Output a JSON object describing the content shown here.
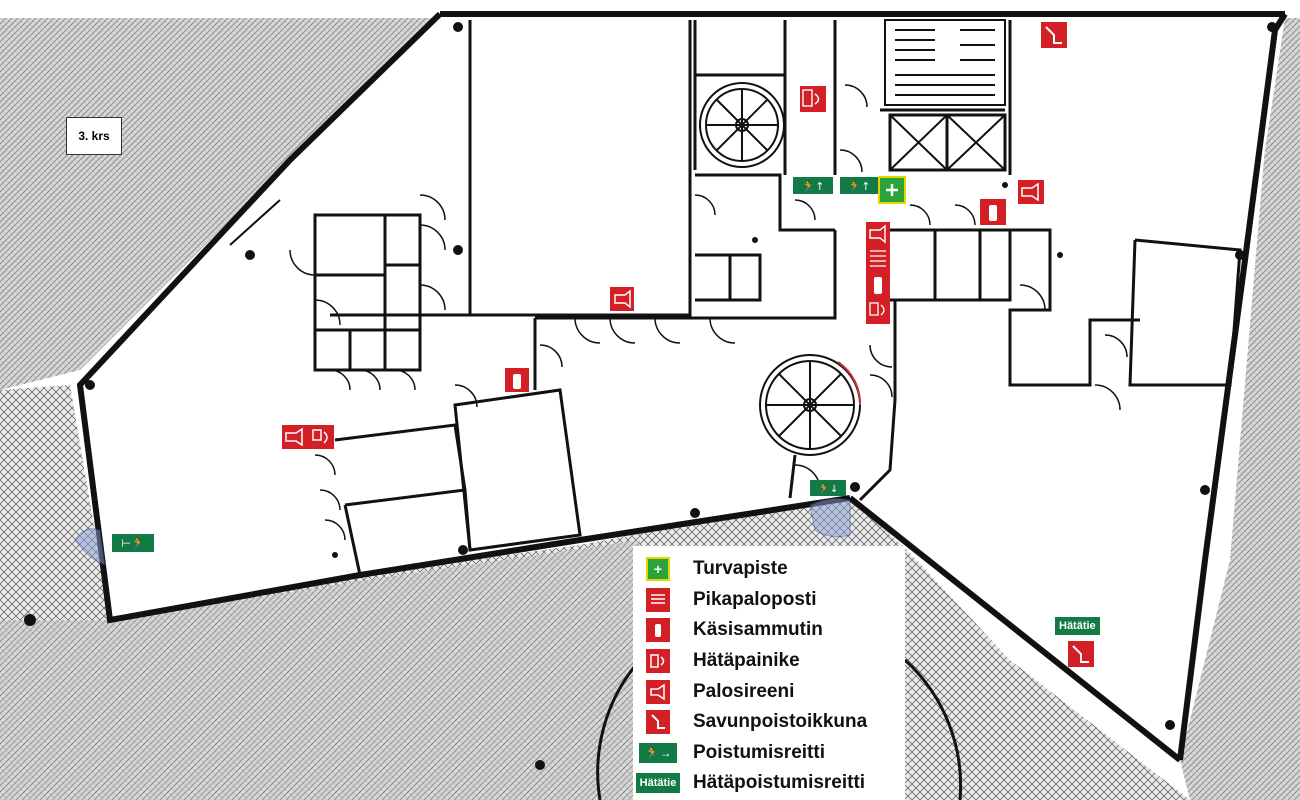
{
  "floor_label": "3. krs",
  "colors": {
    "emergency_red": "#d32027",
    "exit_green": "#117a45",
    "safe_point_green": "#2aa43a",
    "wall": "#111111"
  },
  "legend": [
    {
      "icon": "safe-point-icon",
      "label": "Turvapiste"
    },
    {
      "icon": "fire-hose-icon",
      "label": "Pikapaloposti"
    },
    {
      "icon": "fire-extinguisher-icon",
      "label": "Käsisammutin"
    },
    {
      "icon": "alarm-button-icon",
      "label": "Hätäpainike"
    },
    {
      "icon": "fire-siren-icon",
      "label": "Palosireeni"
    },
    {
      "icon": "smoke-vent-icon",
      "label": "Savunpoistoikkuna"
    },
    {
      "icon": "exit-route-icon",
      "label": "Poistumisreitti"
    },
    {
      "icon": "emergency-exit-route-icon",
      "label": "Hätäpoistumisreitti",
      "badge": "Hätätie"
    }
  ],
  "map_signs": {
    "emergency_exit_text": "Hätätie"
  }
}
